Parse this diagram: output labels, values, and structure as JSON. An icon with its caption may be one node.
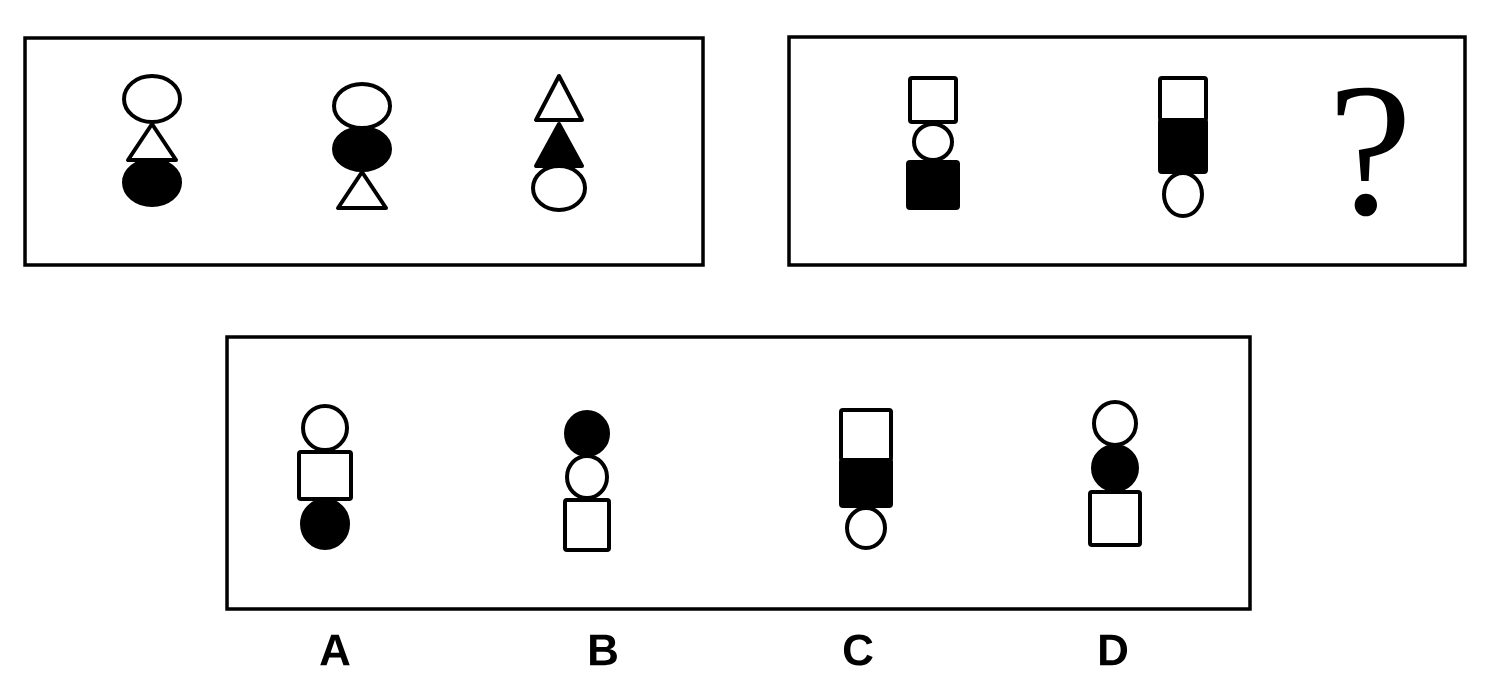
{
  "diagram": {
    "nodes": [
      {
        "text": [],
        "shape": "box"
      },
      {
        "text": [
          "?"
        ]
      },
      {
        "text": [],
        "shape": "box"
      },
      {
        "text": [],
        "shape": "picture",
        "in": 0
      },
      {
        "text": [],
        "shape": "picture",
        "in": 0
      },
      {
        "text": [],
        "shape": "picture",
        "in": 0
      },
      {
        "text": [],
        "shape": "picture",
        "in": 1
      },
      {
        "text": [],
        "shape": "picture",
        "in": 1
      },
      {
        "text": [],
        "shape": "picture",
        "in": 2
      },
      {
        "text": [],
        "shape": "picture",
        "in": 2
      },
      {
        "text": [],
        "shape": "picture",
        "in": 2
      },
      {
        "text": [],
        "shape": "picture",
        "in": 2
      }
    ],
    "labels": [
      "A",
      "B",
      "C",
      "D"
    ]
  }
}
